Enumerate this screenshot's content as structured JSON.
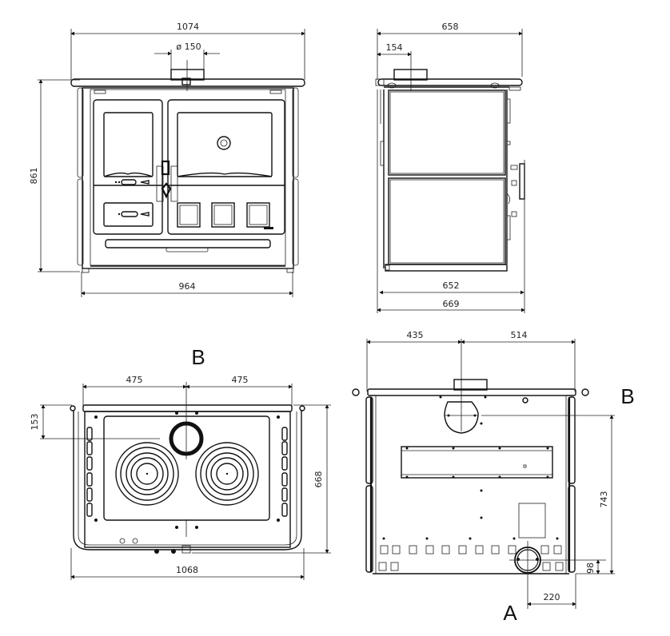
{
  "title": "Stove dimensional drawing",
  "front_view": {
    "width_top": "1074",
    "flue_diameter": "ø 150",
    "height": "861",
    "width_base": "964"
  },
  "side_view": {
    "depth_top": "658",
    "flue_offset": "154",
    "depth_body": "652",
    "depth_total": "669"
  },
  "top_view": {
    "label_b": "B",
    "left_half": "475",
    "right_half": "475",
    "flue_from_back": "153",
    "depth": "668",
    "width": "1068"
  },
  "rear_view": {
    "left_offset": "435",
    "right_offset": "514",
    "label_b": "B",
    "flue_b_height": "743",
    "flue_a_height": "98",
    "flue_a_offset": "220",
    "label_a": "A"
  }
}
